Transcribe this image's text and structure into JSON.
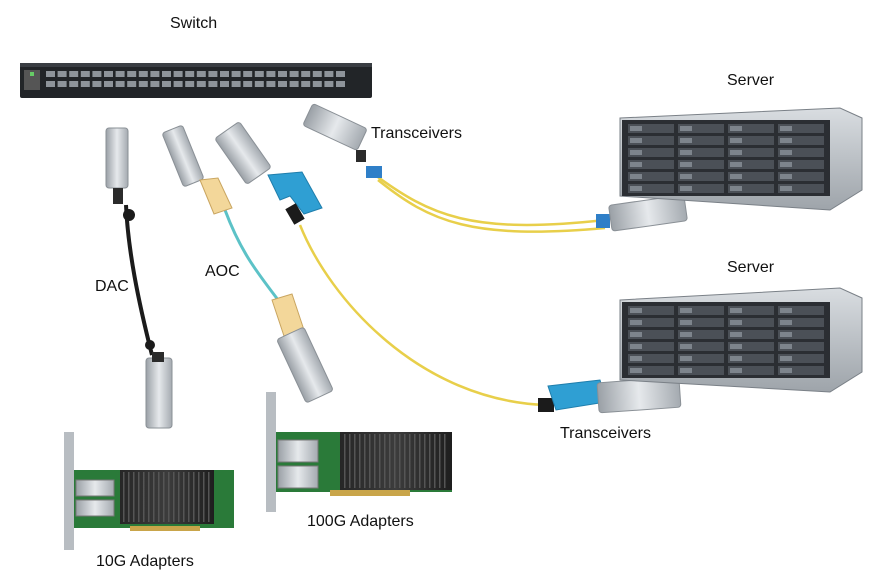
{
  "labels": {
    "switch": "Switch",
    "server_top": "Server",
    "server_bottom": "Server",
    "transceivers_top": "Transceivers",
    "transceivers_bottom": "Transceivers",
    "dac": "DAC",
    "aoc": "AOC",
    "adapters_10g": "10G Adapters",
    "adapters_100g": "100G Adapters"
  },
  "colors": {
    "fiber_yellow": "#e8cf4a",
    "aoc_cyan": "#5cc2c7",
    "clip_blue": "#2f9fd3",
    "dac_black": "#1b1b1b",
    "pcb_green": "#2a7a39",
    "metal": "#c8cdd2",
    "server_dark": "#2b2e33",
    "aoc_boot": "#f3d79a"
  }
}
